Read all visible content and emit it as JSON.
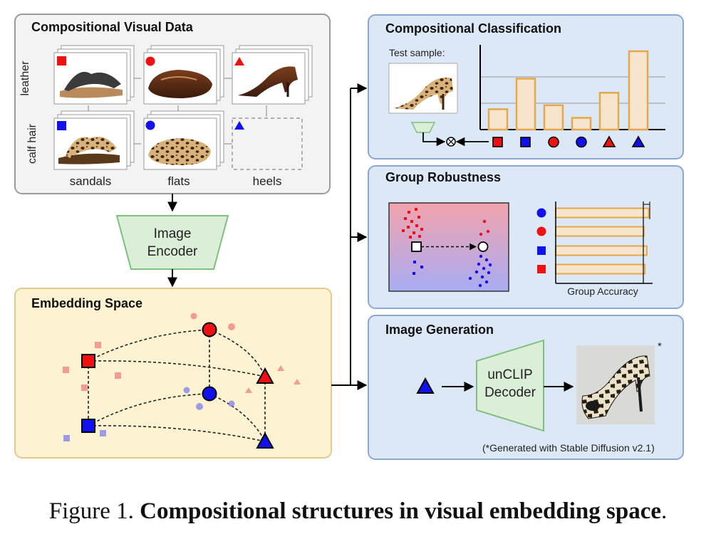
{
  "panels": {
    "visual_data": {
      "title": "Compositional Visual Data",
      "row_labels": [
        "leather",
        "calf hair"
      ],
      "col_labels": [
        "sandals",
        "flats",
        "heels"
      ]
    },
    "encoder": {
      "label_line1": "Image",
      "label_line2": "Encoder"
    },
    "embedding": {
      "title": "Embedding Space"
    },
    "classification": {
      "title": "Compositional Classification",
      "test_sample_label": "Test sample:"
    },
    "robustness": {
      "title": "Group Robustness",
      "axis_label": "Group Accuracy"
    },
    "generation": {
      "title": "Image Generation",
      "decoder_line1": "unCLIP",
      "decoder_line2": "Decoder",
      "asterisk": "*",
      "footnote": "(*Generated with Stable Diffusion v2.1)"
    }
  },
  "caption": {
    "prefix": "Figure 1.",
    "bold": "Compositional structures in visual embedding space",
    "suffix": "."
  },
  "colors": {
    "red": "#ee1111",
    "blue": "#1111ee",
    "panel_grey_bg": "#f3f3f3",
    "panel_yellow_bg": "#fdf3d3",
    "panel_blue_bg": "#dde8f7",
    "encoder_green": "#dbeed8",
    "bar_fill": "#f7e4cc",
    "bar_stroke": "#e3a94a"
  },
  "chart_data": [
    {
      "type": "bar",
      "title": "",
      "categories": [
        "red-square",
        "blue-square",
        "red-circle",
        "blue-circle",
        "red-triangle",
        "blue-triangle"
      ],
      "values": [
        0.26,
        0.65,
        0.31,
        0.15,
        0.47,
        1.0
      ],
      "ylim": [
        0,
        1.1
      ],
      "grid": true
    },
    {
      "type": "bar",
      "orientation": "horizontal",
      "xlabel": "Group Accuracy",
      "categories": [
        "blue-circle",
        "red-circle",
        "blue-square",
        "red-square"
      ],
      "values": [
        0.96,
        0.91,
        0.94,
        0.92
      ],
      "xlim": [
        0,
        1
      ]
    }
  ]
}
